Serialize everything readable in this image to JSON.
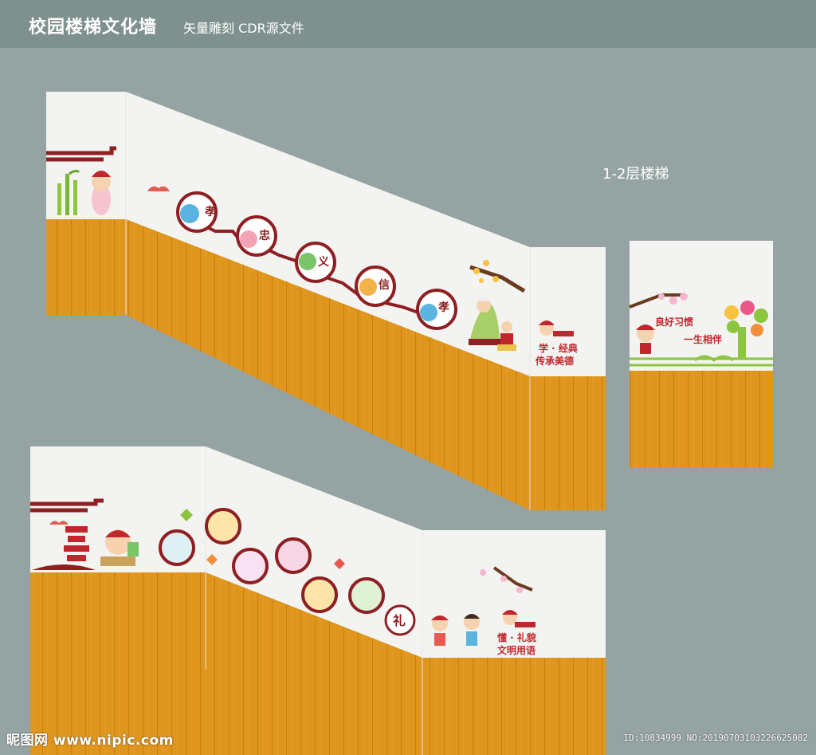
{
  "header": {
    "title": "校园楼梯文化墙",
    "subtitle": "矢量雕刻 CDR源文件"
  },
  "panel_label": "1-2层楼梯",
  "upper_wall": {
    "medallions": [
      "孝",
      "忠",
      "义",
      "信",
      "孝"
    ],
    "badge_line1": "学 · 经典",
    "badge_line2": "传承美德"
  },
  "side_panel": {
    "line1": "良好习惯",
    "line2": "一生相伴"
  },
  "lower_wall": {
    "medallion_char": "礼",
    "badge_line1": "懂 · 礼貌",
    "badge_line2": "文明用语"
  },
  "footer": {
    "logo": "昵图网 www.nipic.com",
    "id_text": "ID:10834999 NO:20190703103226625082"
  },
  "colors": {
    "background": "#95a4a2",
    "wall": "#f3f3f1",
    "wood": "#e0961d",
    "accent_red": "#8e1f22",
    "green": "#8cc63f"
  }
}
